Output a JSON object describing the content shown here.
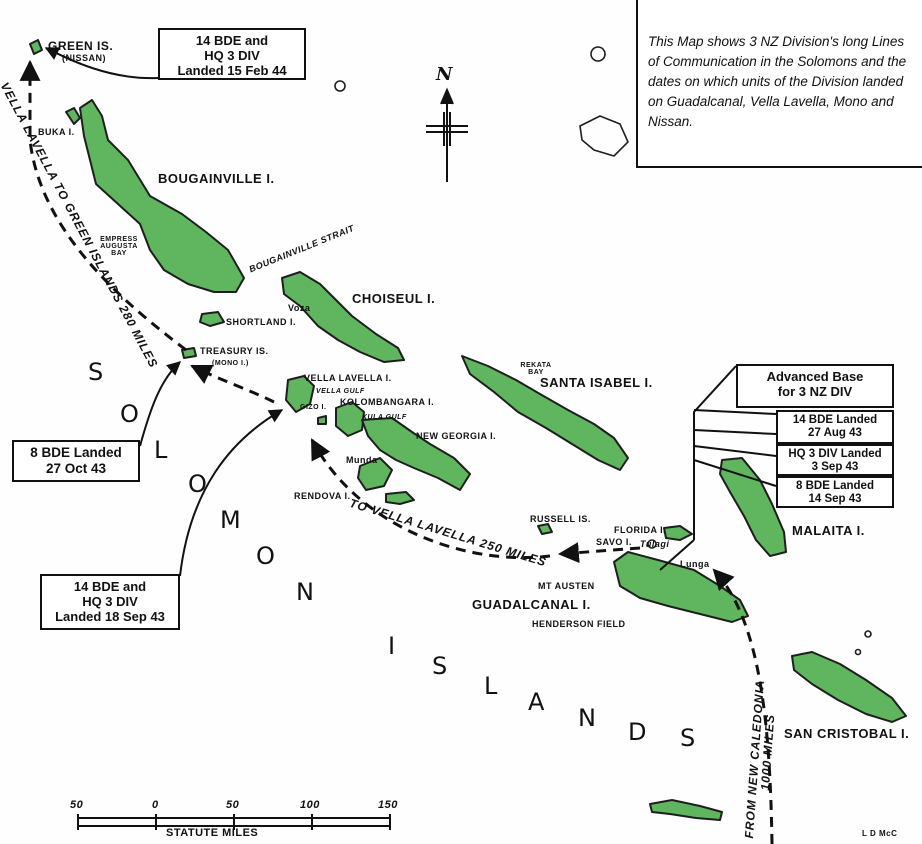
{
  "info_note": "This Map shows 3 NZ Division's long Lines of Communication in the Solomons and the dates on which units of the Division landed on Guadalcanal, Vella Lavella, Mono and Nissan.",
  "north_label": "N",
  "colors": {
    "land": "#5fb65e",
    "coast": "#1e1e1e",
    "ink": "#111111"
  },
  "islands": {
    "green": "GREEN IS.",
    "nissan": "(NISSAN)",
    "buka": "BUKA I.",
    "bougainville": "BOUGAINVILLE I.",
    "empress_augusta_bay": "EMPRESS AUGUSTA BAY",
    "bougainville_strait": "BOUGAINVILLE STRAIT",
    "voza": "Voza",
    "choiseul": "CHOISEUL I.",
    "shortland": "SHORTLAND I.",
    "treasury": "TREASURY IS.",
    "mono": "(MONO I.)",
    "vella_lavella": "VELLA LAVELLA I.",
    "vella_gulf": "VELLA GULF",
    "gizo": "GIZO I.",
    "kolombangara": "KOLOMBANGARA I.",
    "kula_gulf": "KULA GULF",
    "new_georgia": "NEW GEORGIA I.",
    "munda": "Munda",
    "rendova": "RENDOVA I.",
    "santa_isabel": "SANTA ISABEL I.",
    "rekata_bay": "REKATA BAY",
    "russell": "RUSSELL IS.",
    "florida": "FLORIDA I.",
    "savo": "SAVO I.",
    "tulagi": "Tulagi",
    "lunga": "Lunga",
    "mt_austen": "MT AUSTEN",
    "guadalcanal": "GUADALCANAL I.",
    "henderson_field": "HENDERSON FIELD",
    "malaita": "MALAITA I.",
    "san_cristobal": "SAN CRISTOBAL I."
  },
  "sea_labels": {
    "solomon_letters": [
      "S",
      "O",
      "L",
      "O",
      "M",
      "O",
      "N"
    ],
    "islands_letters": [
      "I",
      "S",
      "L",
      "A",
      "N",
      "D",
      "S"
    ]
  },
  "routes": {
    "to_green": "VELLA LAVELLA TO GREEN ISLANDS 280 MILES",
    "to_vella": "TO VELLA LAVELLA 250 MILES",
    "from_new_caledonia_1": "FROM NEW CALEDONIA",
    "from_new_caledonia_2": "1000 MILES"
  },
  "landings": {
    "green": [
      "14 BDE and",
      "HQ 3 DIV",
      "Landed 15 Feb 44"
    ],
    "treasury": [
      "8 BDE Landed",
      "27 Oct 43"
    ],
    "vella": [
      "14 BDE and",
      "HQ 3 DIV",
      "Landed 18 Sep 43"
    ],
    "advanced_base": [
      "Advanced Base",
      "for 3 NZ DIV"
    ],
    "guad_14bde": [
      "14 BDE Landed",
      "27 Aug 43"
    ],
    "guad_hq": [
      "HQ 3 DIV Landed",
      "3 Sep 43"
    ],
    "guad_8bde": [
      "8 BDE Landed",
      "14 Sep 43"
    ]
  },
  "scale": {
    "ticks": [
      "50",
      "0",
      "50",
      "100",
      "150"
    ],
    "label": "STATUTE MILES"
  },
  "credit": "L D McC"
}
